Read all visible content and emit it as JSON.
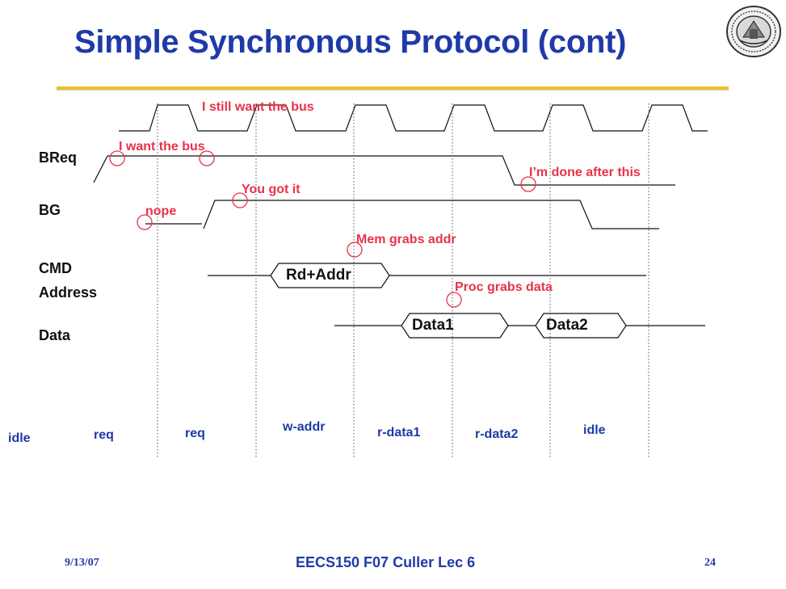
{
  "slide": {
    "title": "Simple Synchronous Protocol (cont)",
    "footer": {
      "date": "9/13/07",
      "course": "EECS150 F07 Culler Lec 6",
      "page": "24"
    }
  },
  "signals": {
    "breq": "BReq",
    "bg": "BG",
    "cmd": "CMD",
    "address": "Address",
    "data": "Data"
  },
  "bus_values": {
    "rd_addr": "Rd+Addr",
    "data1": "Data1",
    "data2": "Data2"
  },
  "annotations": {
    "still_want": "I still want the bus",
    "want": "I want the bus",
    "done": "I’m done after this",
    "got_it": "You got it",
    "nope": "nope",
    "mem_grabs": "Mem grabs addr",
    "proc_grabs": "Proc grabs data"
  },
  "states": [
    "idle",
    "req",
    "req",
    "w-addr",
    "r-data1",
    "r-data2",
    "idle"
  ],
  "colors": {
    "title": "#1f3aa8",
    "annotation": "#e8324a",
    "rule": "#e8c233"
  }
}
